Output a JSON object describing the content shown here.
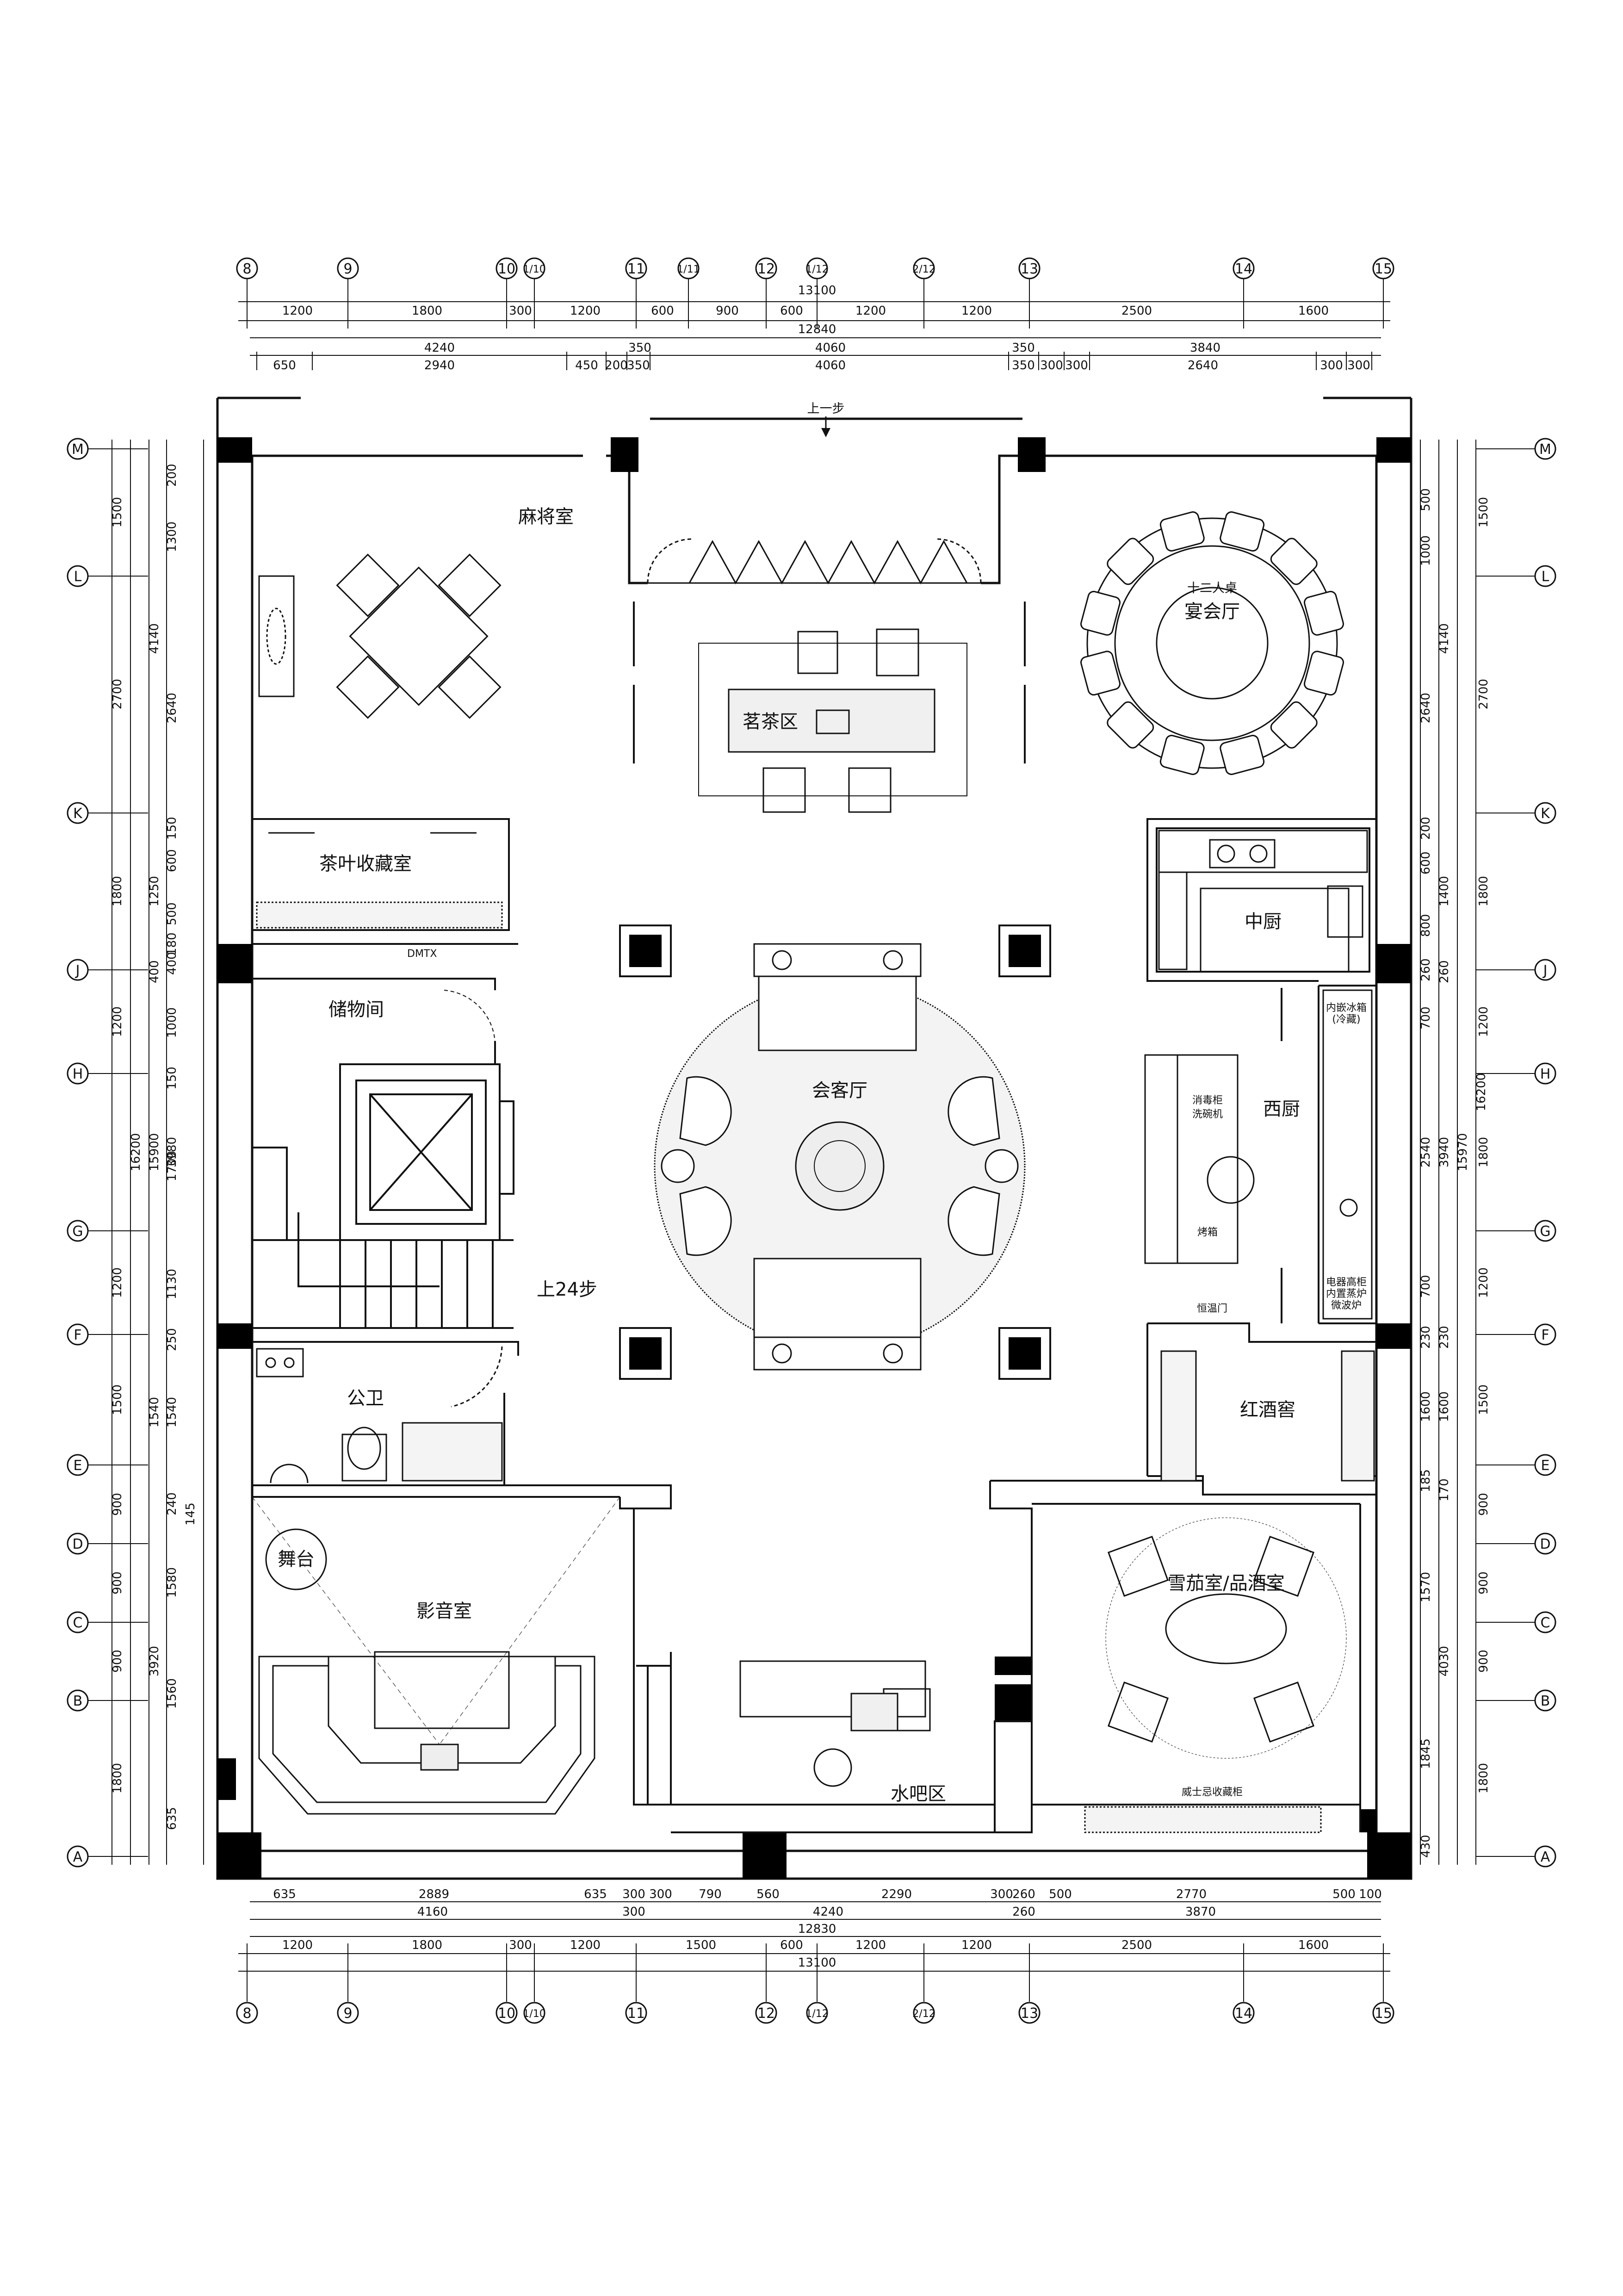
{
  "plan": {
    "rooms": {
      "mahjong": "麻将室",
      "banquet": "宴会厅",
      "banquet_note": "十二人桌",
      "tea_area": "茗茶区",
      "tea_storage": "茶叶收藏室",
      "storage": "储物间",
      "reception": "会客厅",
      "middle_kitchen": "中厨",
      "western_kitchen": "西厨",
      "toilet": "公卫",
      "wine_cellar": "红酒窖",
      "stage": "舞台",
      "cinema": "影音室",
      "water_bar": "水吧区",
      "cigar_room": "雪茄室/品酒室"
    },
    "notes": {
      "step_up": "上一步",
      "stairs_up": "上24步",
      "thermostatic_door": "恒温门",
      "fridge": "内嵌冰箱",
      "fridge_sub": "(冷藏)",
      "sterilizer": "消毒柜",
      "dishwasher": "洗碗机",
      "oven": "烤箱",
      "appliance_cab": "电器高柜",
      "microwave": "内置蒸炉",
      "steam_oven": "微波炉",
      "whisky_cab": "威士忌收藏柜",
      "dmtx": "DMTX"
    },
    "col_axes": [
      "8",
      "9",
      "10",
      "1/10",
      "11",
      "1/11",
      "12",
      "1/12",
      "2/12",
      "13",
      "14",
      "15"
    ],
    "row_axes": [
      "M",
      "L",
      "K",
      "J",
      "H",
      "G",
      "F",
      "E",
      "D",
      "C",
      "B",
      "A"
    ],
    "top_dims": {
      "overall": "13100",
      "row1": [
        "1200",
        "1800",
        "300",
        "1200",
        "600",
        "900",
        "600",
        "1200",
        "1200",
        "2500",
        "1600"
      ],
      "row2_overall": "12840",
      "row3": [
        "4240",
        "350",
        "4060",
        "350",
        "3840"
      ],
      "row4": [
        "650",
        "2940",
        "450",
        "200",
        "350",
        "4060",
        "350",
        "300",
        "300",
        "2640",
        "300",
        "300"
      ]
    },
    "bottom_dims": {
      "row1": [
        "635",
        "2889",
        "635",
        "300",
        "300",
        "790",
        "560",
        "2290",
        "300",
        "260",
        "500",
        "2770",
        "500",
        "100"
      ],
      "row2": [
        "4160",
        "300",
        "4240",
        "260",
        "3870"
      ],
      "row3_overall": "12830",
      "row4": [
        "1200",
        "1800",
        "300",
        "1200",
        "1500",
        "600",
        "1200",
        "1200",
        "2500",
        "1600"
      ],
      "overall": "13100"
    },
    "left_dims": {
      "outer": [
        "1500",
        "2700",
        "1800",
        "1200",
        "1200",
        "1500",
        "900",
        "900",
        "900",
        "1800"
      ],
      "mid": [
        "200",
        "1300",
        "2640",
        "150",
        "600",
        "500",
        "180",
        "400",
        "1000",
        "150",
        "1700",
        "1130",
        "250",
        "1540",
        "240",
        "1580",
        "1560",
        "635"
      ],
      "inner_a": [
        "4140",
        "1250",
        "400",
        "3980",
        "15900",
        "16200",
        "1540",
        "145",
        "3920"
      ],
      "inner_b": []
    },
    "right_dims": {
      "outer": [
        "1500",
        "2700",
        "1800",
        "1200",
        "1800",
        "1200",
        "1500",
        "900",
        "900",
        "900",
        "1800"
      ],
      "mid": [
        "500",
        "1000",
        "2640",
        "200",
        "600",
        "800",
        "260",
        "700",
        "2540",
        "700",
        "230",
        "1600",
        "185",
        "1570",
        "1845",
        "430"
      ],
      "inner_a": [
        "4140",
        "1400",
        "260",
        "3940",
        "15970",
        "16200",
        "230",
        "1600",
        "170",
        "4030"
      ]
    }
  }
}
